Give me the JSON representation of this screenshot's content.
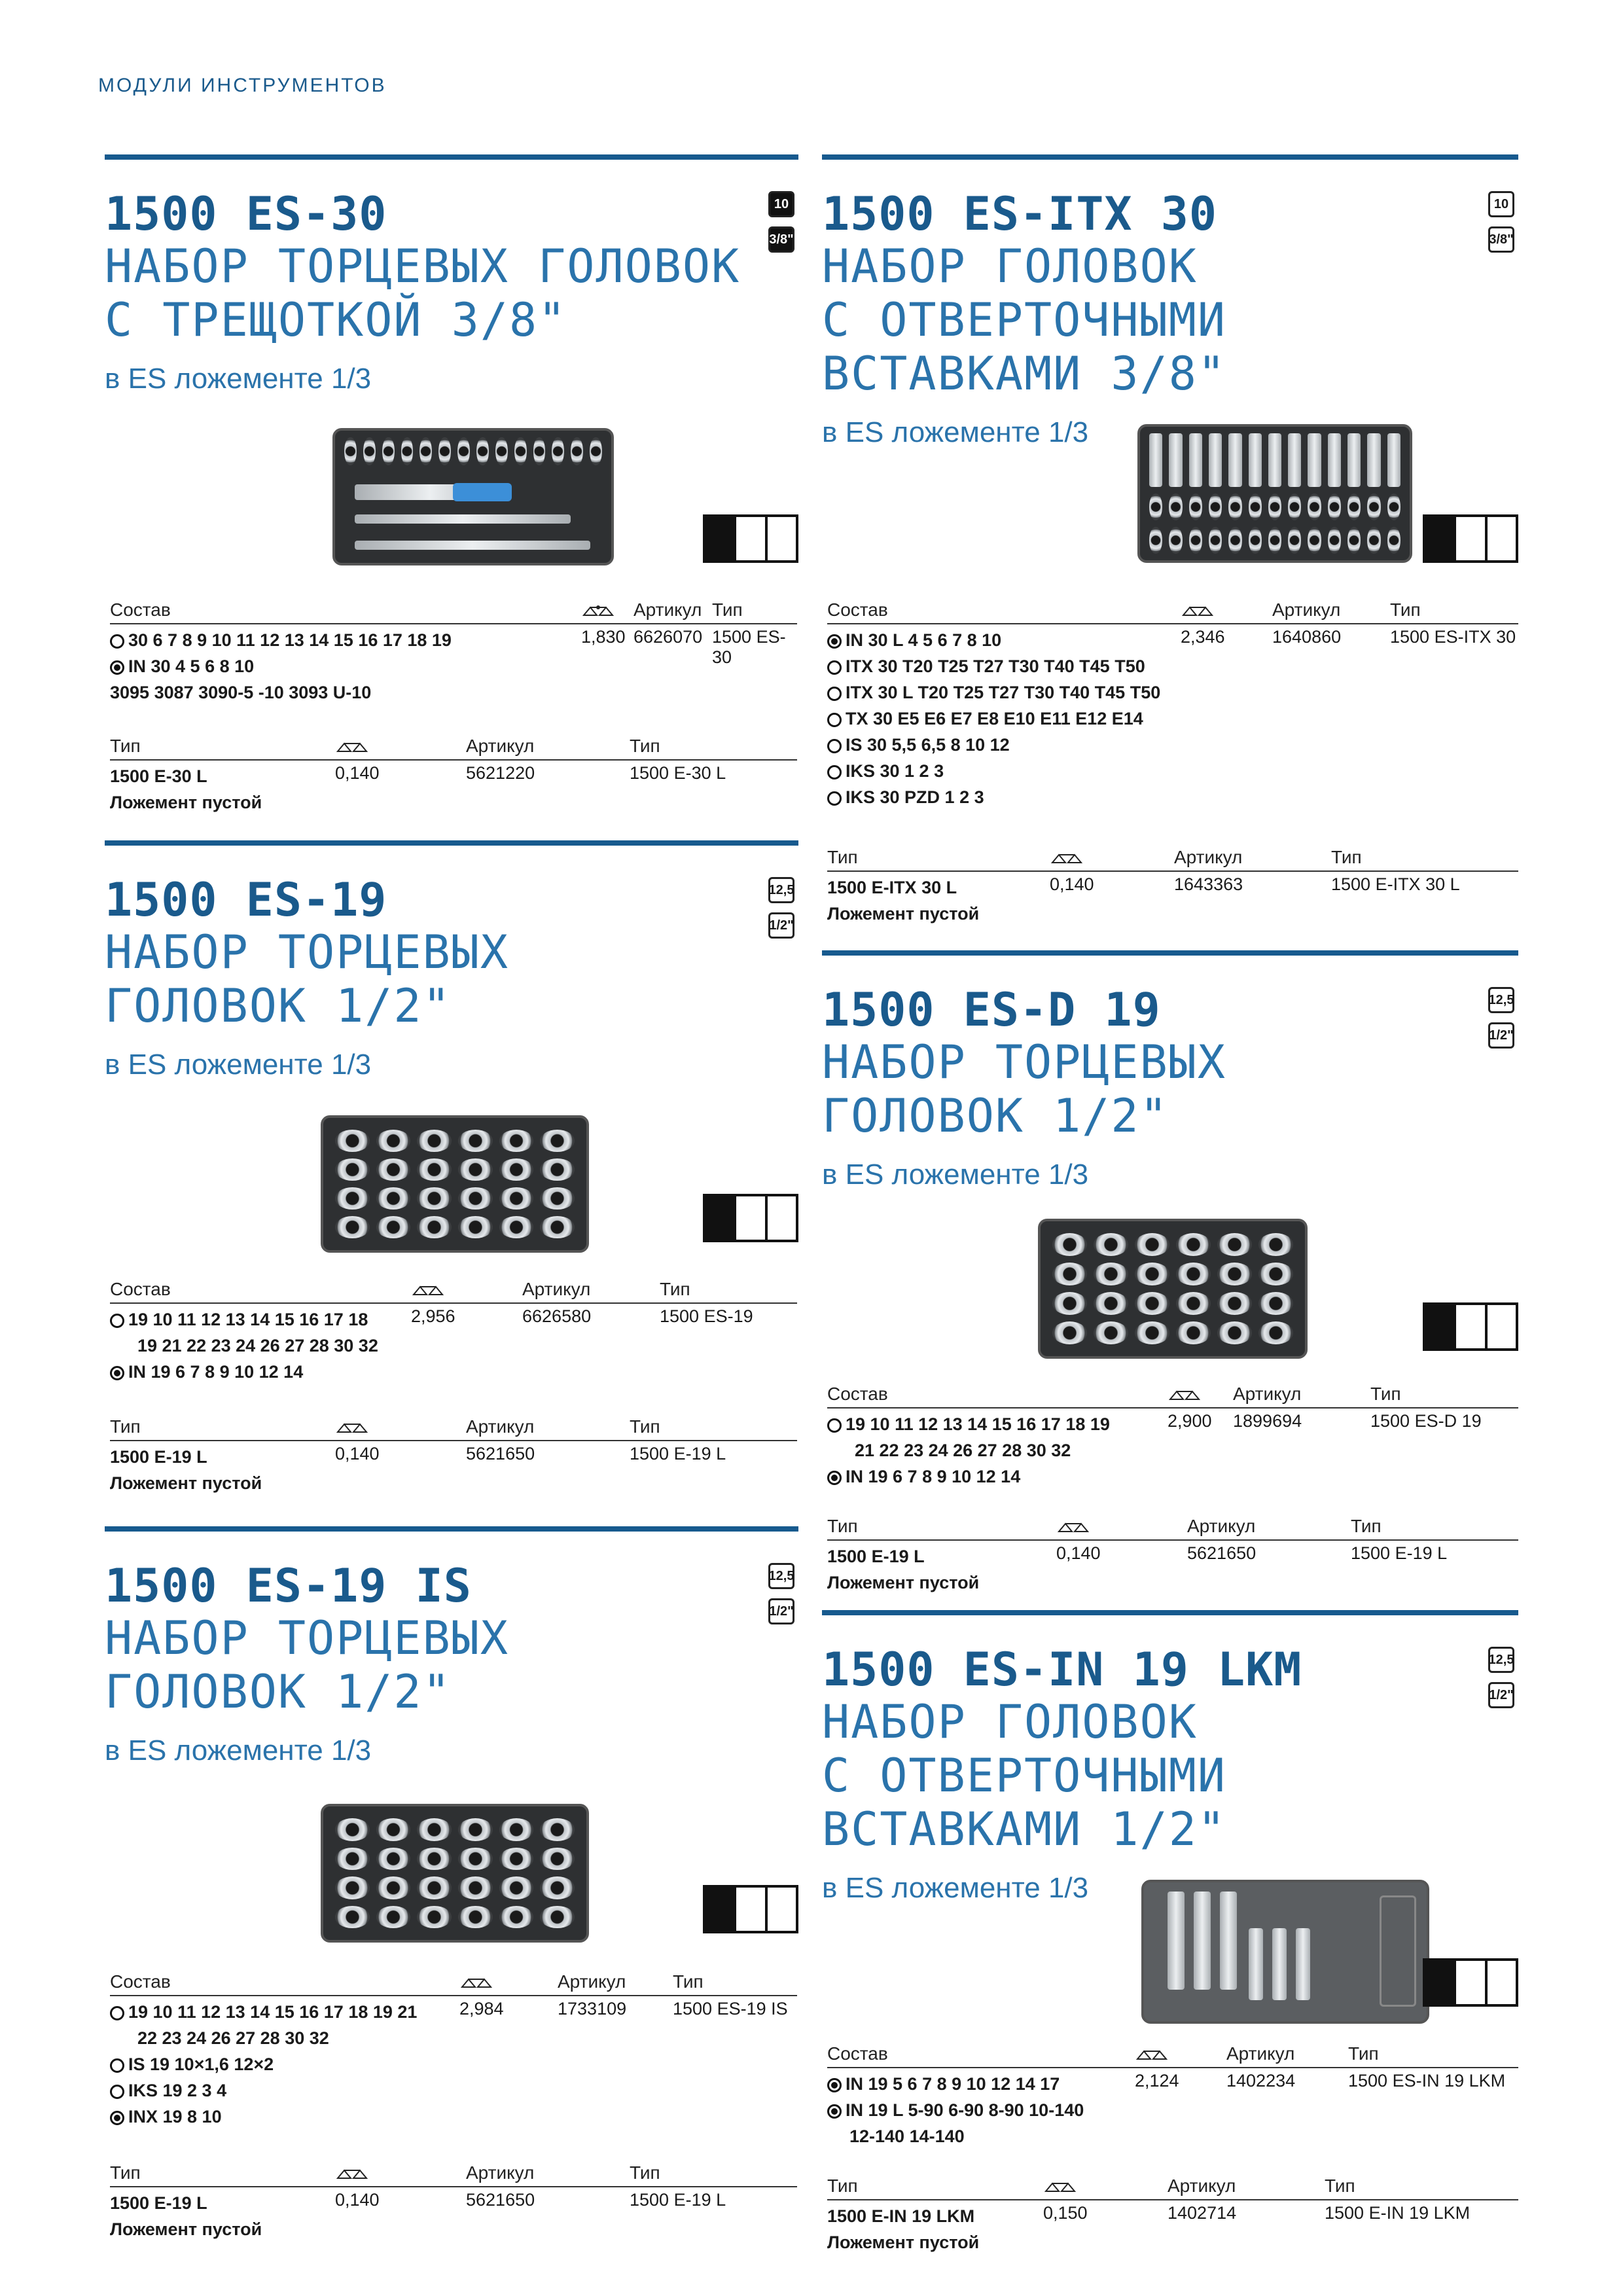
{
  "header": "МОДУЛИ ИНСТРУМЕНТОВ",
  "labels": {
    "sostav": "Состав",
    "artikul": "Артикул",
    "tip": "Тип",
    "tray_empty": "Ложемент пустой",
    "sub": "в ES ложементе 1/3"
  },
  "products": [
    {
      "code": "1500 ES-30",
      "desc": [
        "НАБОР ТОРЦЕВЫХ ГОЛОВОК",
        "С ТРЕЩОТКОЙ 3/8\""
      ],
      "badges": [
        "10",
        "3/8\""
      ],
      "contents": [
        "30 6 7 8 9 10 11 12 13 14 15 16 17 18 19",
        "IN 30 4 5 6 8 10",
        "3095   3087   3090-5 -10   3093 U-10"
      ],
      "weight": "1,830",
      "article": "6626070",
      "type": "1500 ES-30",
      "tray": {
        "type": "1500 E-30 L",
        "weight": "0,140",
        "article": "5621220",
        "type2": "1500 E-30 L"
      }
    },
    {
      "code": "1500 ES-ITX 30",
      "desc": [
        "НАБОР ГОЛОВОК",
        "С ОТВЕРТОЧНЫМИ",
        "ВСТАВКАМИ 3/8\""
      ],
      "badges": [
        "10",
        "3/8\""
      ],
      "contents": [
        "IN 30 L 4 5 6 7 8 10",
        "ITX 30 T20  T25  T27  T30  T40  T45  T50",
        "ITX 30 L T20  T25  T27  T30  T40  T45  T50",
        "TX 30 E5  E6  E7  E8  E10  E11  E12  E14",
        "IS 30 5,5  6,5  8  10  12",
        "IKS 30 1  2  3",
        "IKS 30 PZD 1  2  3"
      ],
      "weight": "2,346",
      "article": "1640860",
      "type": "1500 ES-ITX 30",
      "tray": {
        "type": "1500 E-ITX 30 L",
        "weight": "0,140",
        "article": "1643363",
        "type2": "1500 E-ITX 30 L"
      }
    },
    {
      "code": "1500 ES-19",
      "desc": [
        "НАБОР ТОРЦЕВЫХ",
        "ГОЛОВОК 1/2\""
      ],
      "badges": [
        "12,5",
        "1/2\""
      ],
      "contents": [
        "19 10  11  12  13  14  15  16  17  18",
        "19  21  22  23  24  26  27  28  30  32",
        "IN 19 6  7  8  9  10  12  14"
      ],
      "weight": "2,956",
      "article": "6626580",
      "type": "1500 ES-19",
      "tray": {
        "type": "1500 E-19 L",
        "weight": "0,140",
        "article": "5621650",
        "type2": "1500 E-19 L"
      }
    },
    {
      "code": "1500 ES-D 19",
      "desc": [
        "НАБОР ТОРЦЕВЫХ",
        "ГОЛОВОК 1/2\""
      ],
      "badges": [
        "12,5",
        "1/2\""
      ],
      "contents": [
        "19 10  11  12  13  14  15  16  17  18  19",
        "21  22  23  24  26  27  28  30  32",
        "IN 19 6  7  8  9  10  12  14"
      ],
      "weight": "2,900",
      "article": "1899694",
      "type": "1500 ES-D 19",
      "tray": {
        "type": "1500 E-19 L",
        "weight": "0,140",
        "article": "5621650",
        "type2": "1500 E-19 L"
      }
    },
    {
      "code": "1500 ES-19 IS",
      "desc": [
        "НАБОР ТОРЦЕВЫХ",
        "ГОЛОВОК 1/2\""
      ],
      "badges": [
        "12,5",
        "1/2\""
      ],
      "contents": [
        "19 10  11  12  13  14  15  16  17  18  19  21",
        "22  23  24  26  27  28  30  32",
        "IS 19 10×1,6  12×2",
        "IKS 19 2  3  4",
        "INX 19 8  10"
      ],
      "weight": "2,984",
      "article": "1733109",
      "type": "1500 ES-19 IS",
      "tray": {
        "type": "1500 E-19 L",
        "weight": "0,140",
        "article": "5621650",
        "type2": "1500 E-19 L"
      }
    },
    {
      "code": "1500 ES-IN 19 LKM",
      "desc": [
        "НАБОР ГОЛОВОК",
        "С ОТВЕРТОЧНЫМИ",
        "ВСТАВКАМИ 1/2\""
      ],
      "badges": [
        "12,5",
        "1/2\""
      ],
      "contents": [
        "IN 19 5  6  7  8  9  10  12  14  17",
        "IN 19 L 5-90  6-90  8-90  10-140",
        "12-140  14-140"
      ],
      "weight": "2,124",
      "article": "1402234",
      "type": "1500 ES-IN 19 LKM",
      "tray": {
        "type": "1500 E-IN 19 LKM",
        "weight": "0,150",
        "article": "1402714",
        "type2": "1500 E-IN 19 LKM"
      }
    }
  ]
}
